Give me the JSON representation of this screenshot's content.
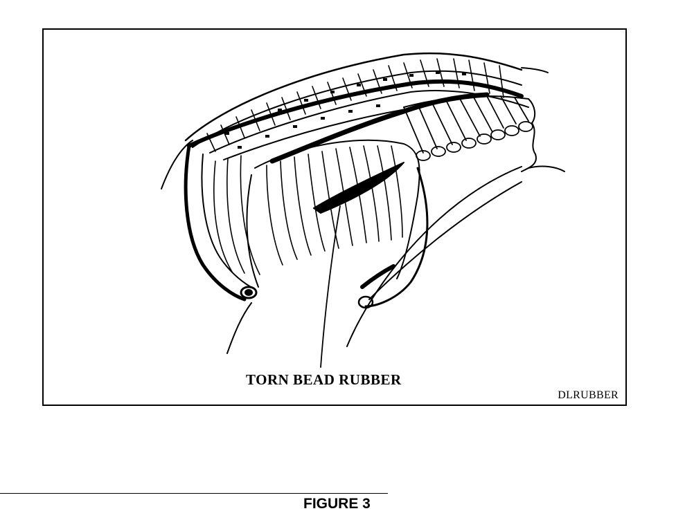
{
  "figure": {
    "callout_label": "TORN BEAD RUBBER",
    "image_code": "DLRUBBER",
    "caption": "FIGURE 3"
  },
  "style": {
    "ink_color": "#000000",
    "paper_color": "#ffffff"
  }
}
